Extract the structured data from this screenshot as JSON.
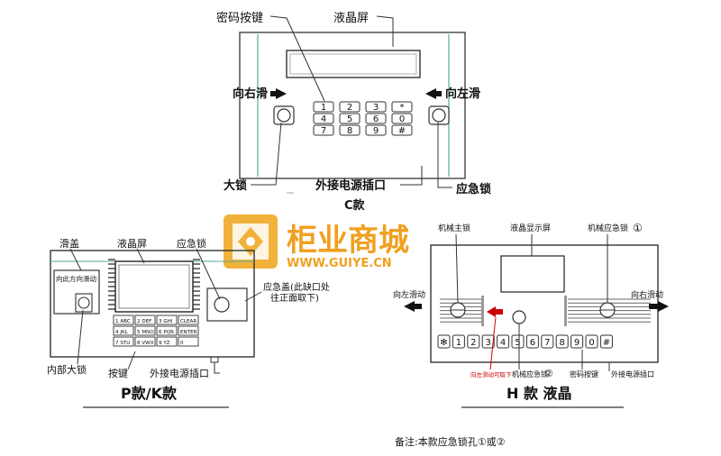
{
  "c_model": {
    "name": "C款",
    "labels": {
      "password_keys": "密码按键",
      "lcd": "液晶屏",
      "slide_right": "向右滑",
      "slide_left": "向左滑",
      "big_lock": "大锁",
      "power_port": "外接电源插口",
      "emergency_lock": "应急锁"
    },
    "keys": [
      "1",
      "2",
      "3",
      "*",
      "4",
      "5",
      "6",
      "0",
      "7",
      "8",
      "9",
      "#"
    ]
  },
  "watermark": {
    "brand": "柜业商城",
    "url": "WWW.GUIYE.CN"
  },
  "pk_model": {
    "name": "P款/K款",
    "labels": {
      "slide_cover": "滑盖",
      "lcd": "液晶屏",
      "emergency_lock": "应急锁",
      "emergency_cover": "应急盖(此缺口处",
      "emergency_cover_2": "往正面取下)",
      "inner_lock": "内部大锁",
      "keys": "按键",
      "power_port": "外接电源插口",
      "slide_hint": "向此方向滑动"
    },
    "keys": [
      "1",
      "2",
      "3",
      "CLEAR",
      "4",
      "5",
      "6",
      "ENTER",
      "7",
      "8",
      "9",
      "0"
    ],
    "key_subs": [
      "ABC",
      "DEF",
      "GHI",
      "",
      "JKL",
      "MNO",
      "PQR",
      "",
      "STU",
      "VWX",
      "YZ",
      ""
    ]
  },
  "h_model": {
    "name": "H 款 液晶",
    "labels": {
      "main_lock": "机械主锁",
      "lcd": "液晶显示屏",
      "emergency_lock": "机械应急锁",
      "circle_one": "①",
      "slide_left": "向左滑动",
      "slide_right": "向右滑动",
      "slide_lower": "向左滑动可取下",
      "emergency_two": "机械应急锁",
      "circle_two": "②",
      "password_keys": "密码按键",
      "power_port": "外接电源插口"
    },
    "keys": [
      "✻",
      "1",
      "2",
      "3",
      "4",
      "5",
      "6",
      "7",
      "8",
      "9",
      "0",
      "#"
    ]
  },
  "note": "备注:本款应急锁孔①或②"
}
